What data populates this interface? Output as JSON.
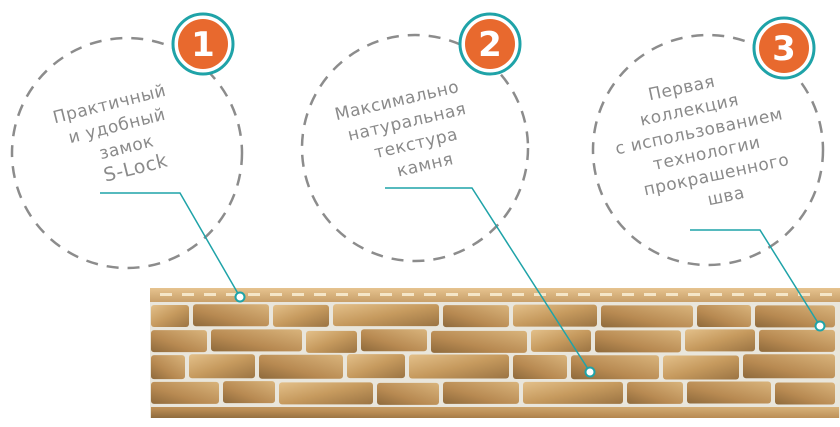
{
  "colors": {
    "accent_orange": "#e8692e",
    "accent_teal": "#1fa3a8",
    "dash_gray": "#8c8c8c",
    "text_gray": "#8a8a8a",
    "brick_light": "#d8b27a",
    "brick_dark": "#9b7443",
    "mortar": "#e9e6dc"
  },
  "callouts": [
    {
      "number": "1",
      "lines": [
        "Практичный",
        "и удобный",
        "замок",
        "S-Lock"
      ],
      "icon": "number-badge-icon"
    },
    {
      "number": "2",
      "lines": [
        "Максимально",
        "натуральная",
        "текстура",
        "камня"
      ],
      "icon": "number-badge-icon"
    },
    {
      "number": "3",
      "lines": [
        "Первая",
        "коллекция",
        "с использованием",
        "технологии",
        "прокрашенного",
        "шва"
      ],
      "icon": "number-badge-icon"
    }
  ]
}
